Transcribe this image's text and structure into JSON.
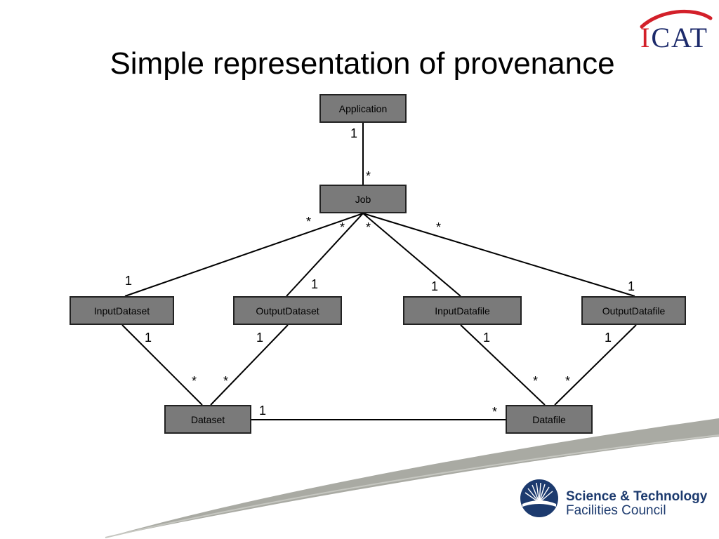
{
  "slide": {
    "title": "Simple representation of provenance",
    "logo_icat_text": "ICAT",
    "logo_stfc_line1": "Science & Technology",
    "logo_stfc_line2": "Facilities Council"
  },
  "diagram": {
    "nodes": {
      "application": "Application",
      "job": "Job",
      "input_dataset": "InputDataset",
      "output_dataset": "OutputDataset",
      "input_datafile": "InputDatafile",
      "output_datafile": "OutputDatafile",
      "dataset": "Dataset",
      "datafile": "Datafile"
    },
    "multiplicities": {
      "app_job_app": "1",
      "app_job_job": "*",
      "job_indataset_job": "*",
      "job_indataset_indataset": "1",
      "job_outdataset_job": "*",
      "job_outdataset_outdataset": "1",
      "job_indatafile_job": "*",
      "job_indatafile_indatafile": "1",
      "job_outdatafile_job": "*",
      "job_outdatafile_outdatafile": "1",
      "indataset_dataset_indataset": "1",
      "indataset_dataset_dataset": "*",
      "outdataset_dataset_outdataset": "1",
      "outdataset_dataset_dataset": "*",
      "indatafile_datafile_indatafile": "1",
      "indatafile_datafile_datafile": "*",
      "outdatafile_datafile_outdatafile": "1",
      "outdatafile_datafile_datafile": "*",
      "dataset_datafile_dataset": "1",
      "dataset_datafile_datafile": "*"
    }
  },
  "colors": {
    "node_fill": "#7a7a7a",
    "swoosh": "#a9aaa3",
    "icat_blue": "#1c2a6b",
    "icat_red": "#d3202a",
    "stfc_blue": "#1c3a6e"
  }
}
